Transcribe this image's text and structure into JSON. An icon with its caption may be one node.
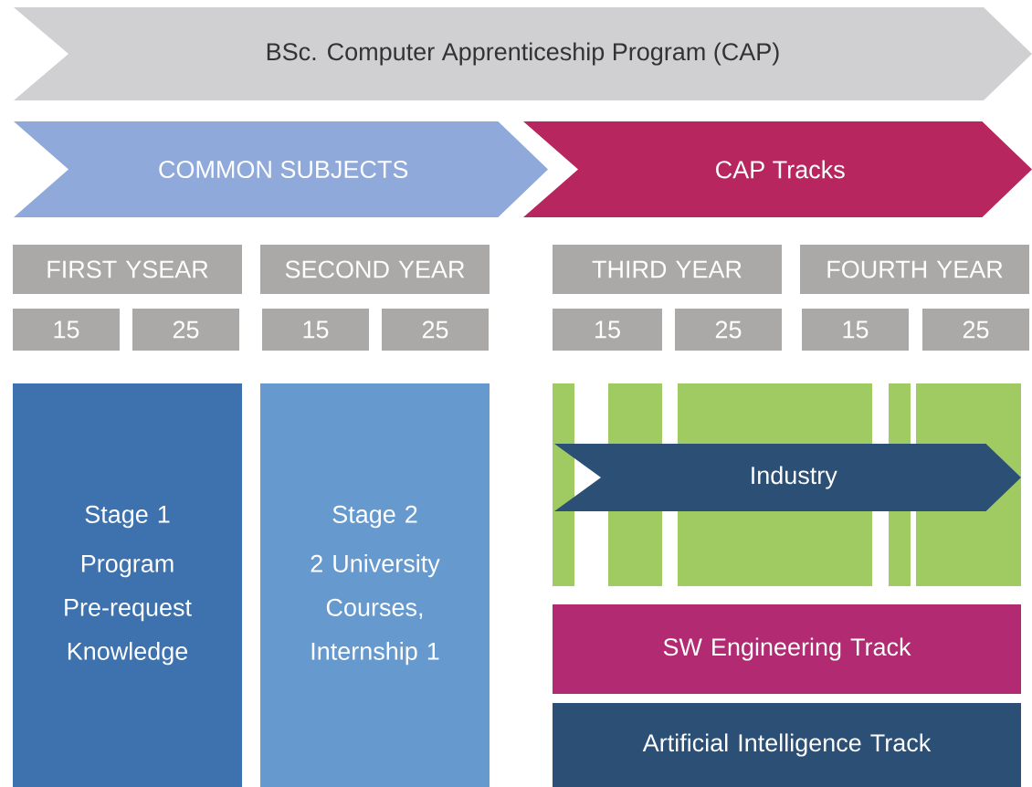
{
  "diagram": {
    "nodes": [
      {
        "text": [
          "BSc. Computer Apprenticeship Program (CAP)"
        ]
      },
      {
        "text": [
          "COMMON SUBJECTS"
        ]
      },
      {
        "text": [
          "CAP Tracks"
        ]
      },
      {
        "text": [
          "FIRST YSEAR"
        ]
      },
      {
        "text": [
          "SECOND YEAR"
        ]
      },
      {
        "text": [
          "THIRD YEAR"
        ]
      },
      {
        "text": [
          "FOURTH YEAR"
        ]
      },
      {
        "text": [
          "15"
        ]
      },
      {
        "text": [
          "25"
        ]
      },
      {
        "text": [
          "15"
        ]
      },
      {
        "text": [
          "25"
        ]
      },
      {
        "text": [
          "15"
        ]
      },
      {
        "text": [
          "25"
        ]
      },
      {
        "text": [
          "15"
        ]
      },
      {
        "text": [
          "25"
        ]
      },
      {
        "text": [
          "Stage 1",
          "Program Pre-request Knowledge"
        ]
      },
      {
        "text": [
          "Stage 2",
          "2 University Courses, Internship 1"
        ]
      },
      {
        "text": [
          "Industry"
        ]
      },
      {
        "text": [
          "SW Engineering Track"
        ]
      },
      {
        "text": [
          "Artificial Intelligence Track"
        ]
      }
    ]
  }
}
